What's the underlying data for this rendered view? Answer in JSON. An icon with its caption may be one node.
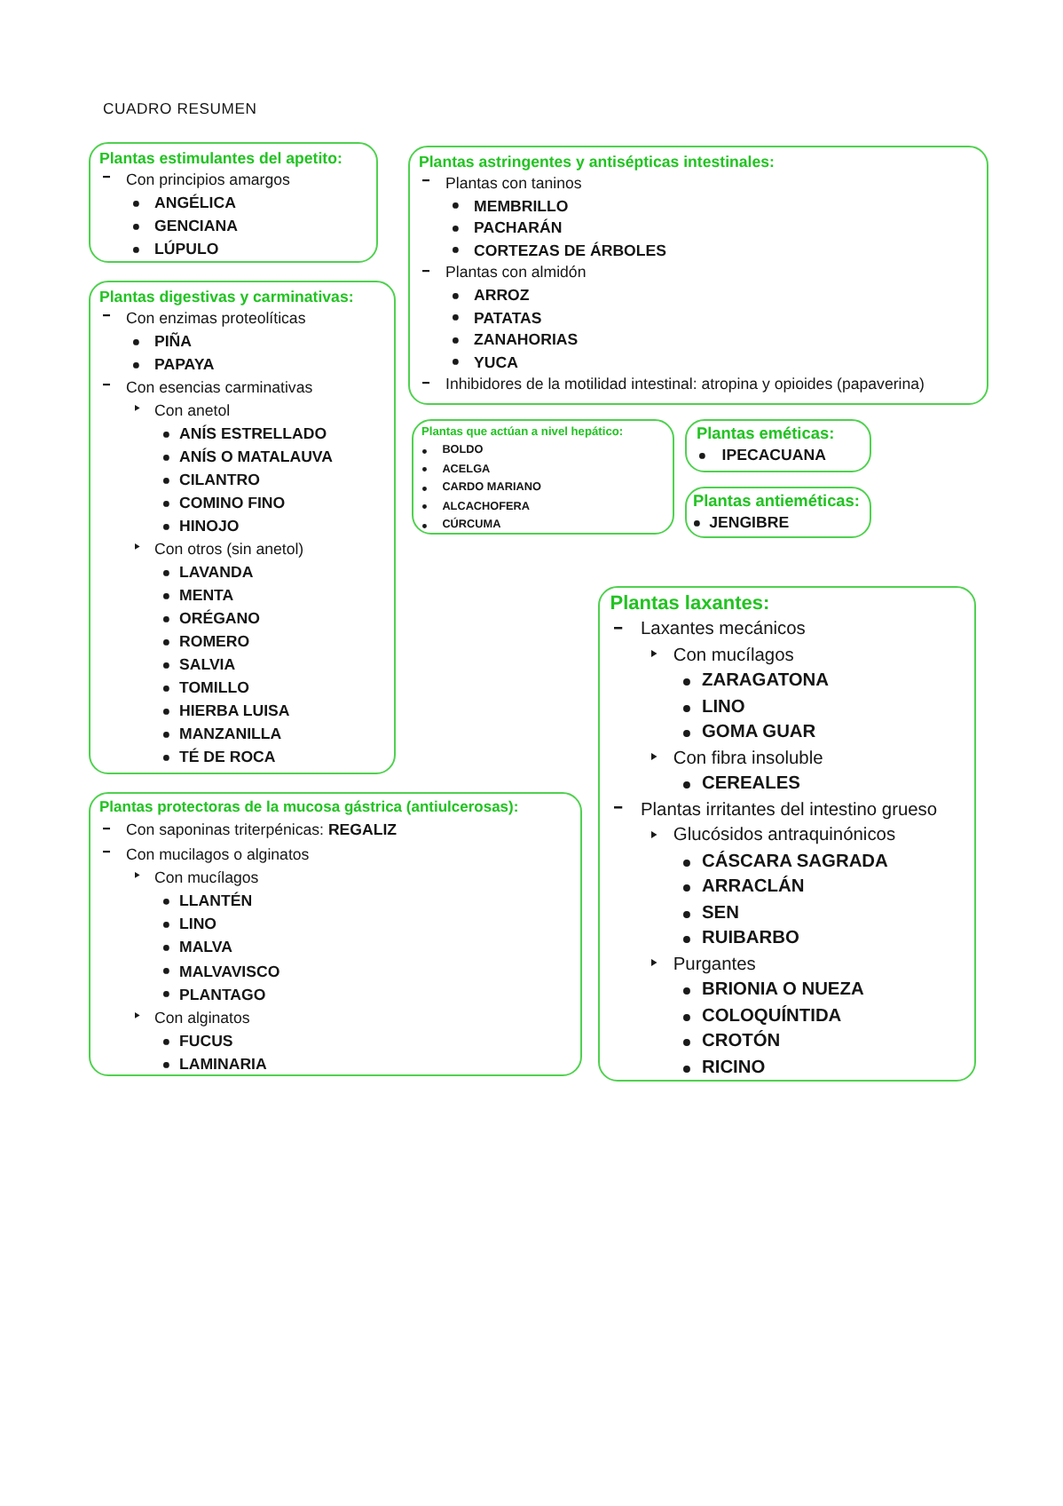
{
  "diagram": {
    "title": "CUADRO RESUMEN",
    "nodes": [
      {
        "text": [
          "Plantas estimulantes del apetito:",
          "Con principios amargos",
          "ANGÉLICA",
          "GENCIANA",
          "LÚPULO"
        ]
      },
      {
        "text": [
          "Plantas astringentes y antisépticas intestinales:",
          "Plantas con taninos",
          "MEMBRILLO",
          "PACHARÁN",
          "CORTEZAS DE ÁRBOLES",
          "Plantas con almidón",
          "ARROZ",
          "PATATAS",
          "ZANAHORIAS",
          "YUCA",
          "Inhibidores de la motilidad intestinal: atropina y opioides (papaverina)"
        ]
      },
      {
        "text": [
          "Plantas digestivas y carminativas:",
          "Con enzimas proteolíticas",
          "PIÑA",
          "PAPAYA",
          "Con esencias carminativas",
          "Con anetol",
          "ANÍS ESTRELLADO",
          "ANÍS O MATALAUVA",
          "CILANTRO",
          "COMINO FINO",
          "HINOJO",
          "Con otros (sin anetol)",
          "LAVANDA",
          "MENTA",
          "ORÉGANO",
          "ROMERO",
          "SALVIA",
          "TOMILLO",
          "HIERBA LUISA",
          "MANZANILLA",
          "TÉ DE ROCA"
        ]
      },
      {
        "text": [
          "Plantas que actúan a nivel hepático:",
          "BOLDO",
          "ACELGA",
          "CARDO MARIANO",
          "ALCACHOFERA",
          "CÚRCUMA"
        ]
      },
      {
        "text": [
          "Plantas eméticas:",
          "IPECACUANA"
        ]
      },
      {
        "text": [
          "Plantas antieméticas:",
          "JENGIBRE"
        ]
      },
      {
        "text": [
          "Plantas laxantes:",
          "Laxantes mecánicos",
          "Con mucílagos",
          "ZARAGATONA",
          "LINO",
          "GOMA GUAR",
          "Con fibra insoluble",
          "CEREALES",
          "Plantas irritantes del intestino grueso",
          "Glucósidos antraquinónicos",
          "CÁSCARA SAGRADA",
          "ARRACLÁN",
          "SEN",
          "RUIBARBO",
          "Purgantes",
          "BRIONIA O NUEZA",
          "COLOQUÍNTIDA",
          "CROTÓN",
          "RICINO"
        ]
      },
      {
        "text": [
          "Plantas protectoras de la mucosa gástrica (antiulcerosas):",
          "Con saponinas triterpénicas: **REGALIZ**",
          "Con mucilagos o alginatos",
          "Con mucílagos",
          "LLANTÉN",
          "LINO",
          "MALVA",
          "MALVAVISCO",
          "PLANTAGO",
          "Con alginatos",
          "FUCUS",
          "LAMINARIA"
        ]
      }
    ]
  }
}
